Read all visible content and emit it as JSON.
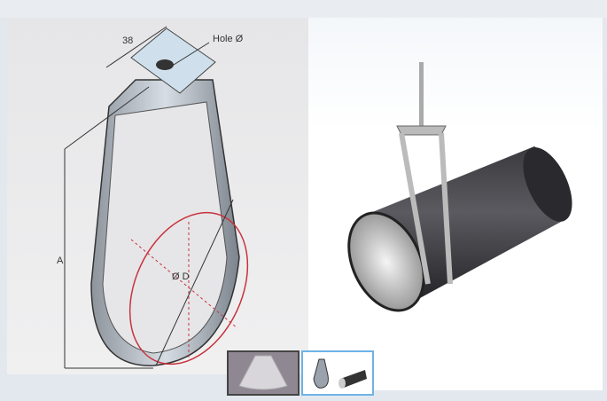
{
  "viewer": {
    "main_image_labels": {
      "width_dim": "38",
      "hole": "Hole Ø",
      "height_dim": "A",
      "diameter": "Ø D"
    },
    "thumbnails": [
      {
        "name": "hanger-photo",
        "selected": false
      },
      {
        "name": "diagram-and-pipe",
        "selected": true
      }
    ]
  },
  "colors": {
    "accent": "#6eb3e6",
    "dimension_red": "#c8323c"
  }
}
